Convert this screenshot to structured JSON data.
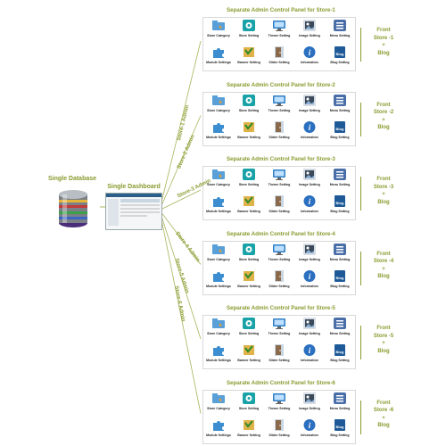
{
  "database": {
    "label": "Single Database"
  },
  "dashboard": {
    "label": "Single Dashboard"
  },
  "icon_labels": [
    "Store Category",
    "Store Setting",
    "Theme Setting",
    "Image Setting",
    "Menu Setting",
    "Module Settings",
    "Banner Setting",
    "Slider Setting",
    "Information",
    "Blog Setting"
  ],
  "icon_names": [
    "store-category-icon",
    "store-setting-icon",
    "theme-setting-icon",
    "image-setting-icon",
    "menu-setting-icon",
    "module-settings-icon",
    "banner-setting-icon",
    "slider-setting-icon",
    "information-icon",
    "blog-setting-icon"
  ],
  "panels": [
    {
      "title": "Separate Admin Control Panel for Store-1",
      "admin": "Store-1 Admin",
      "front": [
        "Front",
        "Store -1",
        "+",
        "Blog"
      ]
    },
    {
      "title": "Separate Admin Control Panel for Store-2",
      "admin": "Store-2 Admin",
      "front": [
        "Front",
        "Store -2",
        "+",
        "Blog"
      ]
    },
    {
      "title": "Separate Admin Control Panel for Store-3",
      "admin": "Store-3 Admin",
      "front": [
        "Front",
        "Store -3",
        "+",
        "Blog"
      ]
    },
    {
      "title": "Separate Admin Control Panel for Store-4",
      "admin": "Store-4 Admin",
      "front": [
        "Front",
        "Store -4",
        "+",
        "Blog"
      ]
    },
    {
      "title": "Separate Admin Control Panel for Store-5",
      "admin": "Store-5 Admin",
      "front": [
        "Front",
        "Store -5",
        "+",
        "Blog"
      ]
    },
    {
      "title": "Separate Admin Control Panel for Store-6",
      "admin": "Store-6 Admin",
      "front": [
        "Front",
        "Store -6",
        "+",
        "Blog"
      ]
    }
  ],
  "colors": {
    "accent": "#8a9a2e",
    "line": "#a8b45a"
  }
}
